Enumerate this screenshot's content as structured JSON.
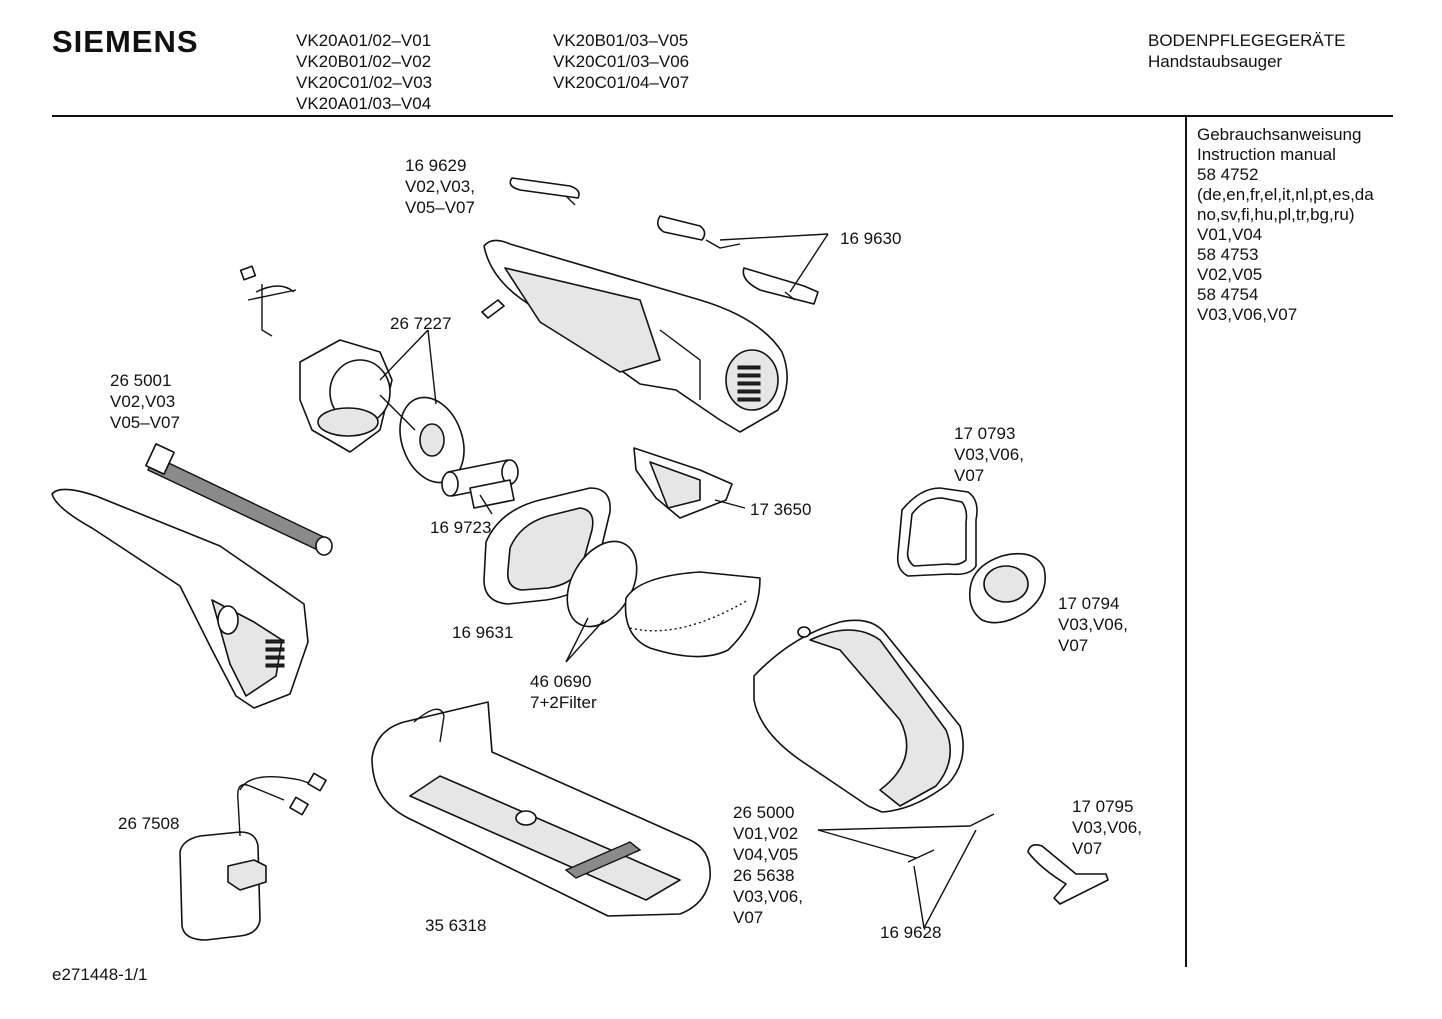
{
  "header": {
    "brand": "SIEMENS",
    "models_col1": [
      "VK20A01/02–V01",
      "VK20B01/02–V02",
      "VK20C01/02–V03",
      "VK20A01/03–V04"
    ],
    "models_col2": [
      "VK20B01/03–V05",
      "VK20C01/03–V06",
      "VK20C01/04–V07"
    ],
    "category": "BODENPFLEGEGERÄTE",
    "subcategory": "Handstaubsauger"
  },
  "sidebar": {
    "lines": [
      "Gebrauchsanweisung",
      "Instruction manual",
      "58 4752",
      "(de,en,fr,el,it,nl,pt,es,da",
      "no,sv,fi,hu,pl,tr,bg,ru)",
      "V01,V04",
      "58 4753",
      "V02,V05",
      "58 4754",
      "V03,V06,V07"
    ]
  },
  "parts": {
    "p169629": [
      "16 9629",
      "V02,V03,",
      "V05–V07"
    ],
    "p169630": [
      "16 9630"
    ],
    "p267227": [
      "26 7227"
    ],
    "p265001": [
      "26 5001",
      "V02,V03",
      "V05–V07"
    ],
    "p169723": [
      "16 9723"
    ],
    "p173650": [
      "17 3650"
    ],
    "p170793": [
      "17 0793",
      "V03,V06,",
      "V07"
    ],
    "p170794": [
      "17 0794",
      "V03,V06,",
      "V07"
    ],
    "p169631": [
      "16 9631"
    ],
    "p460690": [
      "46 0690",
      "7+2Filter"
    ],
    "p265000": [
      "26 5000",
      "V01,V02",
      "V04,V05",
      "26 5638",
      "V03,V06,",
      "V07"
    ],
    "p170795": [
      "17 0795",
      "V03,V06,",
      "V07"
    ],
    "p267508": [
      "26 7508"
    ],
    "p356318": [
      "35 6318"
    ],
    "p169628": [
      "16 9628"
    ]
  },
  "footer": {
    "doc_id": "e271448-1/1"
  }
}
